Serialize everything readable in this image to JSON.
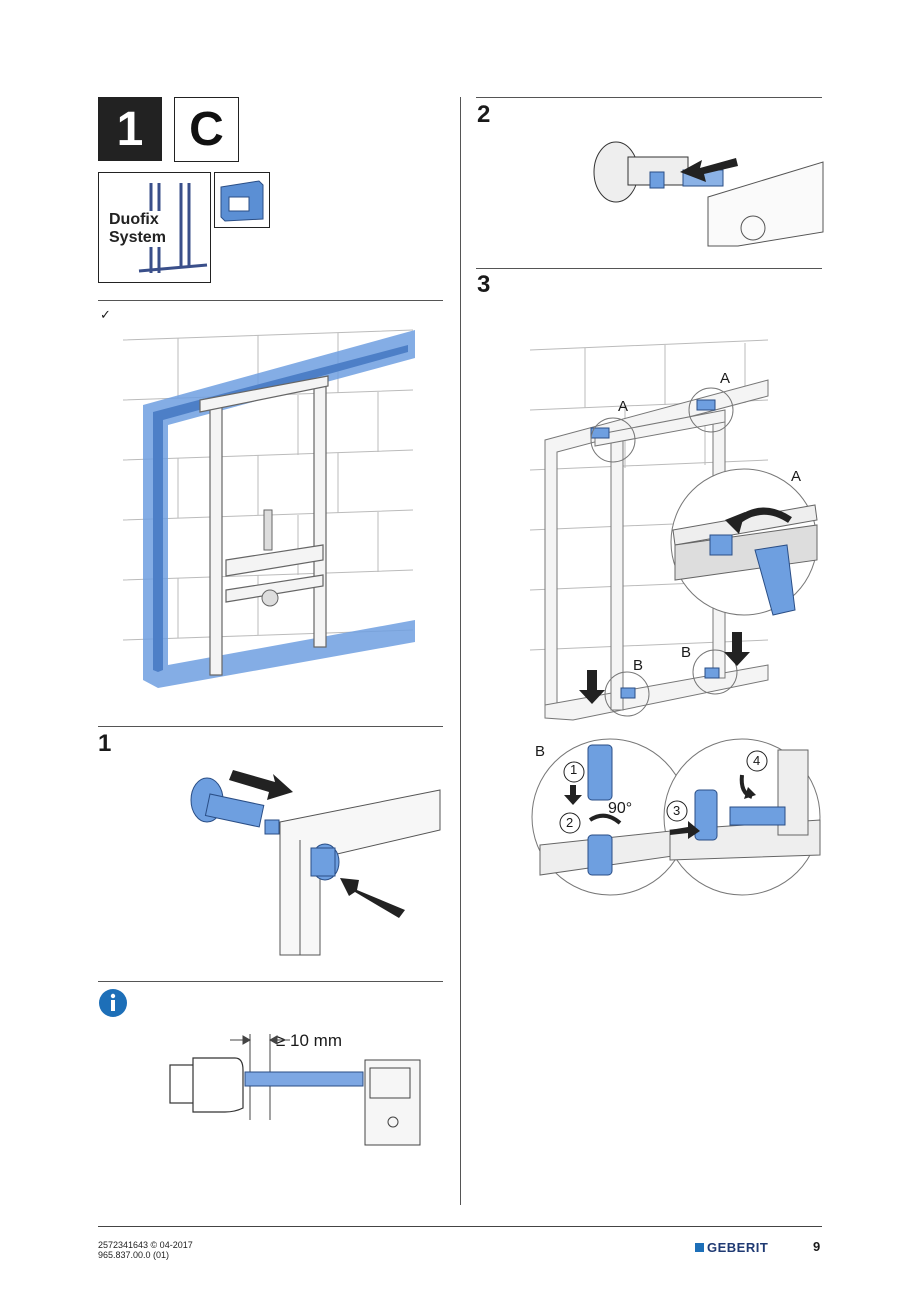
{
  "header": {
    "step_box_number": "1",
    "step_box_letter": "C",
    "system_label_line1": "Duofix",
    "system_label_line2": "System"
  },
  "check_mark": "✓",
  "steps": {
    "step1": "1",
    "step2": "2",
    "step3": "3"
  },
  "callouts": {
    "a_top_left": "A",
    "a_top_right": "A",
    "a_zoom": "A",
    "b_left": "B",
    "b_right": "B",
    "b_detail": "B",
    "sub1": "1",
    "sub2": "2",
    "sub3": "3",
    "sub4": "4",
    "angle": "90°"
  },
  "info": {
    "icon": "info-icon",
    "dimension": "≥ 10 mm"
  },
  "footer": {
    "doc_line1": "2572341643 © 04-2017",
    "doc_line2": "965.837.00.0 (01)",
    "brand": "GEBERIT",
    "page_number": "9"
  },
  "colors": {
    "accent_blue": "#5b8fd4",
    "brand_blue": "#1d6fb8",
    "dark": "#222222"
  }
}
